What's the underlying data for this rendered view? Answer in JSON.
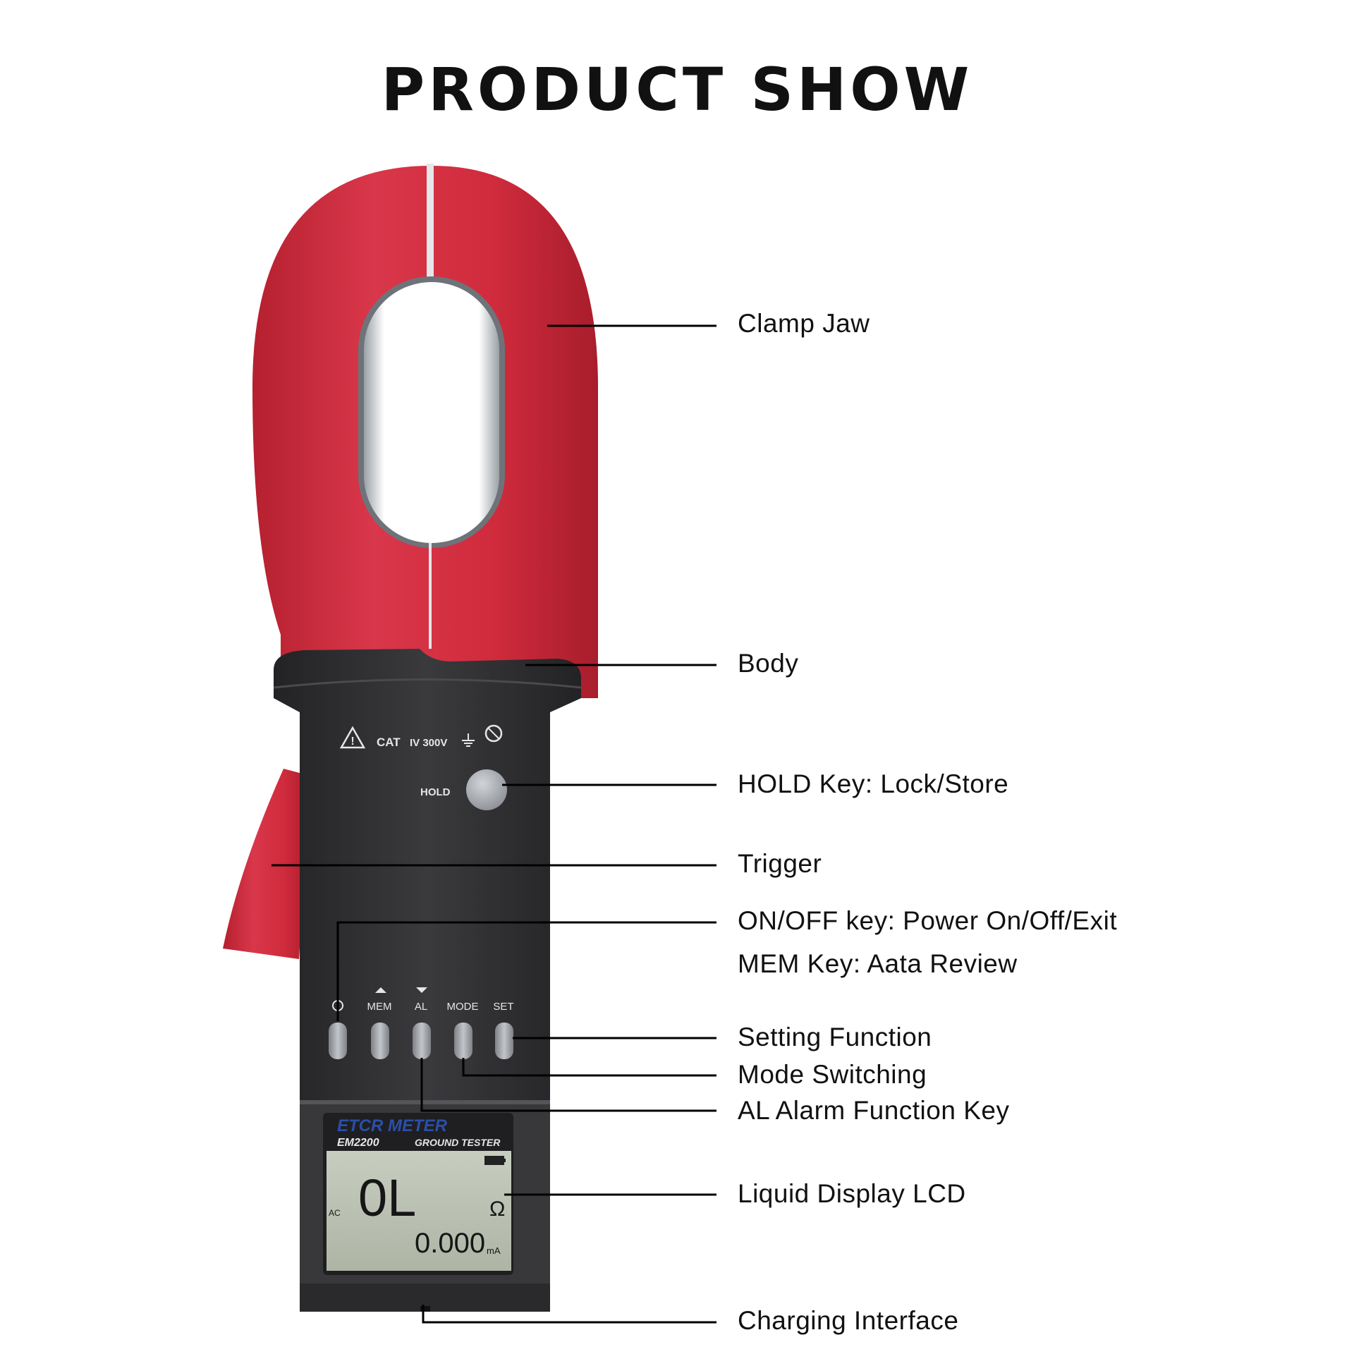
{
  "title": "PRODUCT SHOW",
  "device": {
    "cat_label": "CAT",
    "cat_rating": "IV 300V",
    "hold_label": "HOLD",
    "key_labels": [
      "MEM",
      "AL",
      "MODE",
      "SET"
    ],
    "brand": "ETCR METER",
    "model": "EM2200",
    "subtitle": "GROUND TESTER",
    "lcd_main": "0L",
    "lcd_secondary": "0.000",
    "lcd_unit_main": "Ω",
    "lcd_unit_secondary": "mA",
    "lcd_mode": "AC"
  },
  "callouts": {
    "clamp_jaw": "Clamp Jaw",
    "body": "Body",
    "hold_key": "HOLD Key: Lock/Store",
    "trigger": "Trigger",
    "on_off_key": "ON/OFF key:  Power On/Off/Exit",
    "mem_key": "MEM Key:  Aata Review",
    "setting": "Setting Function",
    "mode": "Mode Switching",
    "al_key": "AL Alarm Function Key",
    "lcd": "Liquid Display LCD",
    "charging": "Charging Interface"
  },
  "colors": {
    "jaw_red": "#cf2b3c",
    "body_dark": "#2f2f31",
    "lcd_green": "#b9c0b0",
    "brand_blue": "#2b4fa8"
  }
}
